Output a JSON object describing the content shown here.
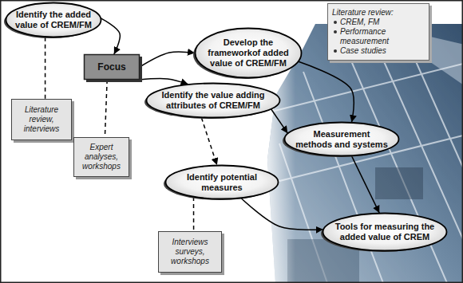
{
  "diagram": {
    "nodes": [
      {
        "text": [
          "Identify the added value of CREM/FM"
        ]
      },
      {
        "text": [
          "Literature review:",
          "CREM, FM",
          "Performance measurement",
          "Case studies"
        ]
      },
      {
        "text": [
          "Develop the frameworkof added value of CREM/FM"
        ]
      },
      {
        "text": [
          "Focus"
        ]
      },
      {
        "text": [
          "Identify the value adding attributes of CREM/FM"
        ]
      },
      {
        "text": [
          "Literature review, interviews"
        ]
      },
      {
        "text": [
          "Measurement methods and systems"
        ]
      },
      {
        "text": [
          "Expert analyses, workshops"
        ]
      },
      {
        "text": [
          "Identify potential measures"
        ]
      },
      {
        "text": [
          "Tools for measuring the added value of CREM"
        ]
      },
      {
        "text": [
          "Interviews surveys, workshops"
        ]
      }
    ],
    "edges": [
      {
        "from": 0,
        "to": 3,
        "arrow": "to"
      },
      {
        "from": 3,
        "to": 2,
        "arrow": "to"
      },
      {
        "from": 3,
        "to": 4,
        "arrow": "to"
      },
      {
        "from": 2,
        "to": 6,
        "arrow": "to"
      },
      {
        "from": 4,
        "to": 6,
        "arrow": "to"
      },
      {
        "from": 4,
        "to": 8,
        "arrow": "to"
      },
      {
        "from": 6,
        "to": 9,
        "arrow": "to"
      },
      {
        "from": 8,
        "to": 9,
        "arrow": "to"
      },
      {
        "from": 0,
        "to": 5,
        "arrow": "none"
      },
      {
        "from": 3,
        "to": 7,
        "arrow": "none"
      },
      {
        "from": 8,
        "to": 10,
        "arrow": "none"
      }
    ]
  }
}
